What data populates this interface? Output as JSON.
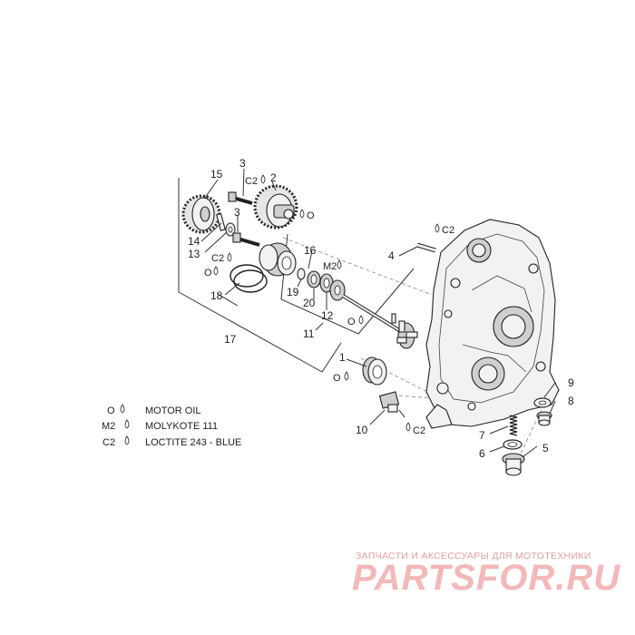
{
  "callouts": {
    "c1": "1",
    "c2": "2",
    "c3a": "3",
    "c3b": "3",
    "c4": "4",
    "c5": "5",
    "c6": "6",
    "c7": "7",
    "c8": "8",
    "c9": "9",
    "c10": "10",
    "c11": "11",
    "c12": "12",
    "c13": "13",
    "c14": "14",
    "c15": "15",
    "c16": "16",
    "c17": "17",
    "c18": "18",
    "c19": "19",
    "c20": "20"
  },
  "symbols": {
    "c2_a": "C2",
    "c2_b": "C2",
    "c2_c": "C2",
    "c2_d": "C2",
    "m2": "M2",
    "o_a": "O",
    "o_b": "O",
    "o_c": "O",
    "o_d": "O"
  },
  "legend": [
    {
      "code": "O",
      "label": "MOTOR OIL"
    },
    {
      "code": "M2",
      "label": "MOLYKOTE 111"
    },
    {
      "code": "C2",
      "label": "LOCTITE 243 - BLUE"
    }
  ],
  "watermark": {
    "subtitle": "ЗАПЧАСТИ И АКСЕССУАРЫ ДЛЯ МОТОТЕХНИКИ",
    "logo": "PARTSFOR.RU"
  },
  "colors": {
    "line": "#333333",
    "watermark": "#f3b8b8"
  }
}
